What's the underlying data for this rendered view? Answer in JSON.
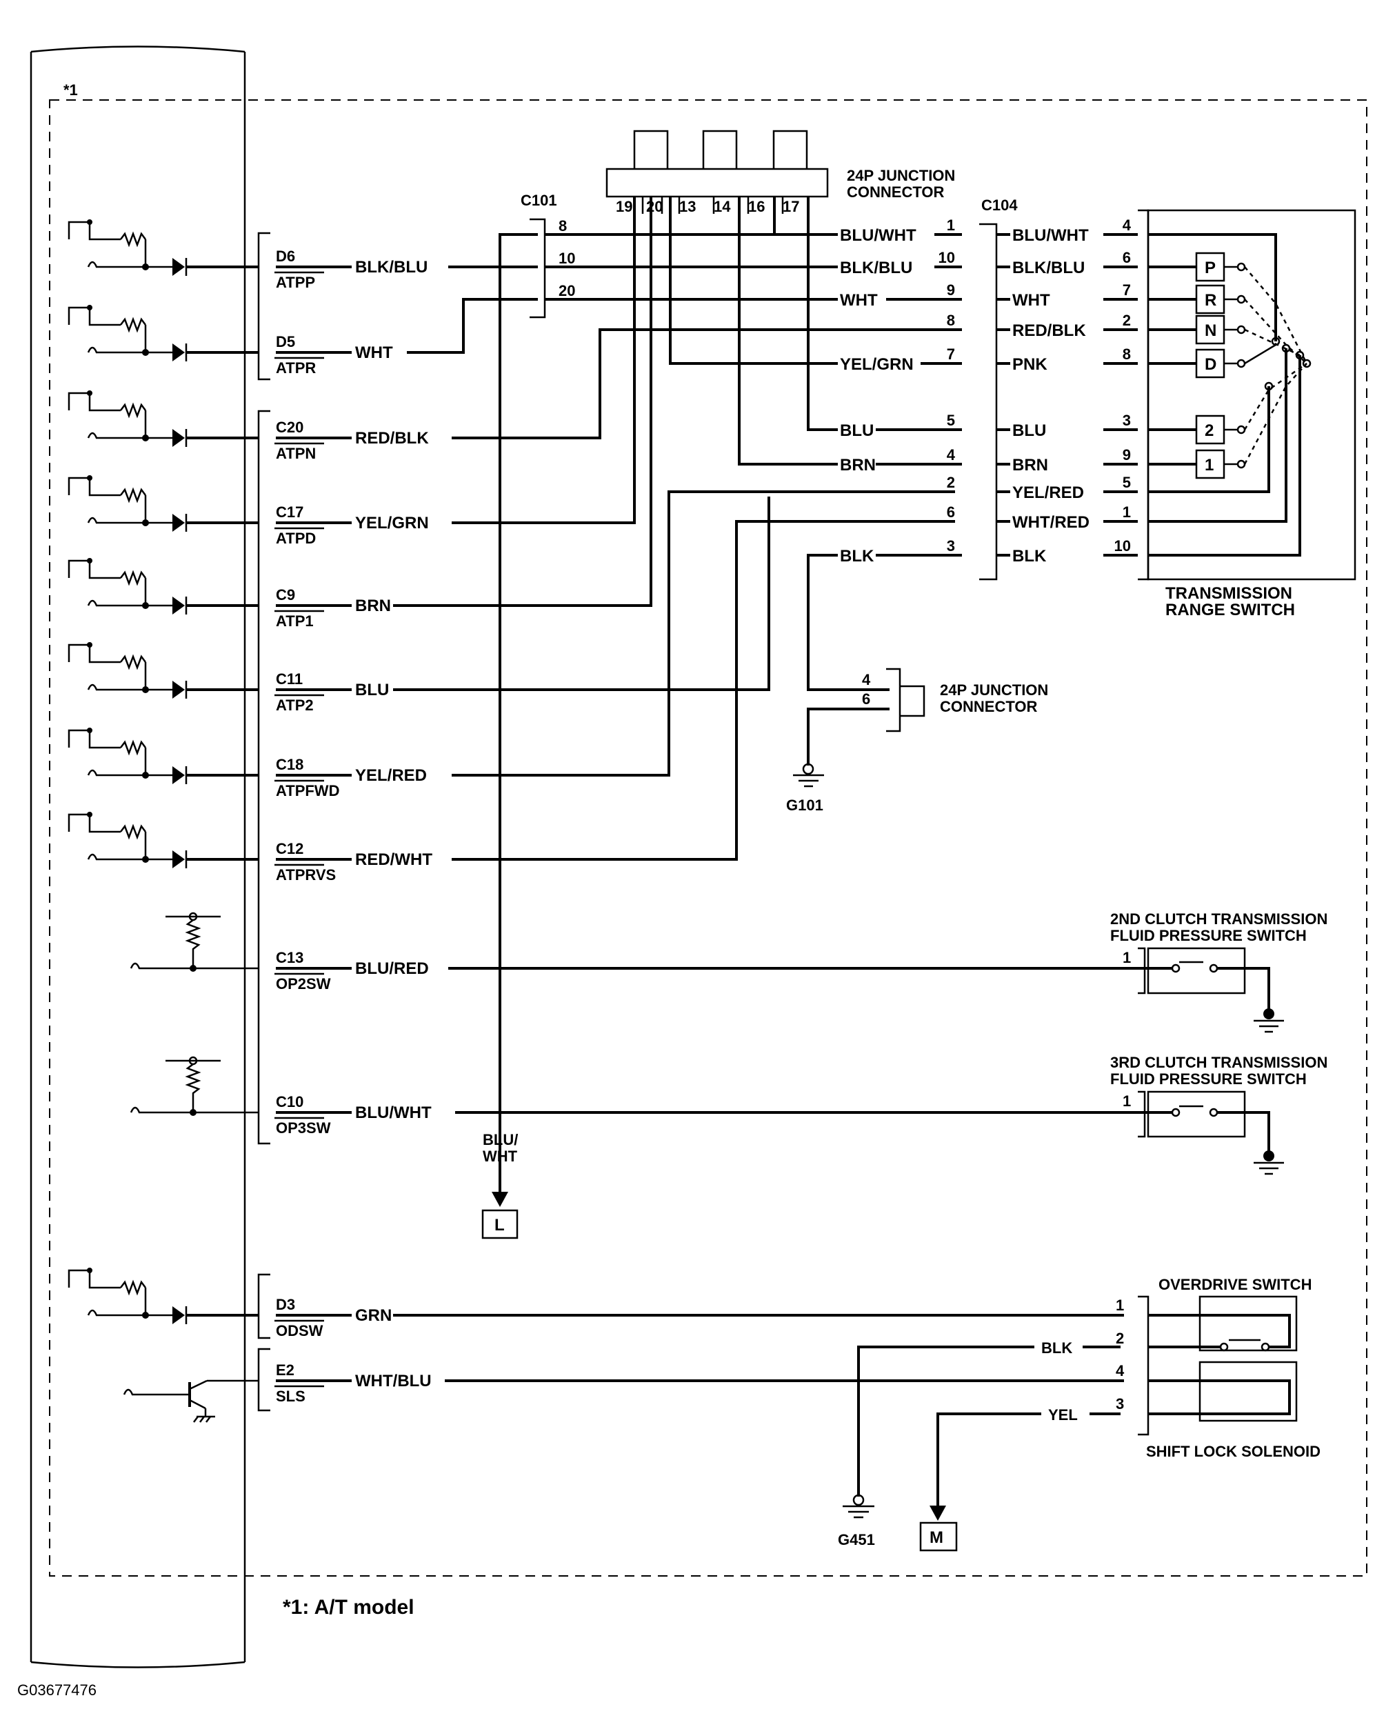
{
  "ecm_note": "*1",
  "footnote": "*1: A/T model",
  "figure_id": "G03677476",
  "ecm_pins": [
    {
      "pin": "D6",
      "sig": "ATPP",
      "wire": "BLK/BLU"
    },
    {
      "pin": "D5",
      "sig": "ATPR",
      "wire": "WHT"
    },
    {
      "pin": "C20",
      "sig": "ATPN",
      "wire": "RED/BLK"
    },
    {
      "pin": "C17",
      "sig": "ATPD",
      "wire": "YEL/GRN"
    },
    {
      "pin": "C9",
      "sig": "ATP1",
      "wire": "BRN"
    },
    {
      "pin": "C11",
      "sig": "ATP2",
      "wire": "BLU"
    },
    {
      "pin": "C18",
      "sig": "ATPFWD",
      "wire": "YEL/RED"
    },
    {
      "pin": "C12",
      "sig": "ATPRVS",
      "wire": "RED/WHT"
    },
    {
      "pin": "C13",
      "sig": "OP2SW",
      "wire": "BLU/RED"
    },
    {
      "pin": "C10",
      "sig": "OP3SW",
      "wire": "BLU/WHT"
    },
    {
      "pin": "D3",
      "sig": "ODSW",
      "wire": "GRN"
    },
    {
      "pin": "E2",
      "sig": "SLS",
      "wire": "WHT/BLU"
    }
  ],
  "junction_top": {
    "label1": "24P JUNCTION",
    "label2": "CONNECTOR",
    "pins": [
      "19",
      "20",
      "13",
      "14",
      "16",
      "17"
    ]
  },
  "c101": {
    "name": "C101",
    "pins": [
      "8",
      "10",
      "20"
    ]
  },
  "c104": {
    "name": "C104",
    "rows": [
      {
        "left_wire": "BLU/WHT",
        "left_pin": "1",
        "right_wire": "BLU/WHT",
        "right_pin": "4"
      },
      {
        "left_wire": "BLK/BLU",
        "left_pin": "10",
        "right_wire": "BLK/BLU",
        "right_pin": "6"
      },
      {
        "left_wire": "WHT",
        "left_pin": "9",
        "right_wire": "WHT",
        "right_pin": "7"
      },
      {
        "left_wire": "",
        "left_pin": "8",
        "right_wire": "RED/BLK",
        "right_pin": "2"
      },
      {
        "left_wire": "YEL/GRN",
        "left_pin": "7",
        "right_wire": "PNK",
        "right_pin": "8"
      },
      {
        "left_wire": "BLU",
        "left_pin": "5",
        "right_wire": "BLU",
        "right_pin": "3"
      },
      {
        "left_wire": "BRN",
        "left_pin": "4",
        "right_wire": "BRN",
        "right_pin": "9"
      },
      {
        "left_wire": "",
        "left_pin": "2",
        "right_wire": "YEL/RED",
        "right_pin": "5"
      },
      {
        "left_wire": "",
        "left_pin": "6",
        "right_wire": "WHT/RED",
        "right_pin": "1"
      },
      {
        "left_wire": "BLK",
        "left_pin": "3",
        "right_wire": "BLK",
        "right_pin": "10"
      }
    ]
  },
  "trs": {
    "label1": "TRANSMISSION",
    "label2": "RANGE SWITCH",
    "positions": [
      "P",
      "R",
      "N",
      "D",
      "2",
      "1"
    ]
  },
  "junction_lower": {
    "label1": "24P JUNCTION",
    "label2": "CONNECTOR",
    "pins": [
      "4",
      "6"
    ]
  },
  "grounds": {
    "g101": "G101",
    "g451": "G451"
  },
  "arrows": {
    "l_wire1": "BLU/",
    "l_wire2": "WHT",
    "l": "L",
    "m": "M"
  },
  "sw2": {
    "label1": "2ND CLUTCH TRANSMISSION",
    "label2": "FLUID PRESSURE SWITCH",
    "pin": "1"
  },
  "sw3": {
    "label1": "3RD CLUTCH TRANSMISSION",
    "label2": "FLUID PRESSURE SWITCH",
    "pin": "1"
  },
  "od": {
    "label": "OVERDRIVE SWITCH",
    "solenoid": "SHIFT LOCK SOLENOID",
    "pins": [
      "1",
      "2",
      "4",
      "3"
    ],
    "wire_blk": "BLK",
    "wire_yel": "YEL"
  }
}
